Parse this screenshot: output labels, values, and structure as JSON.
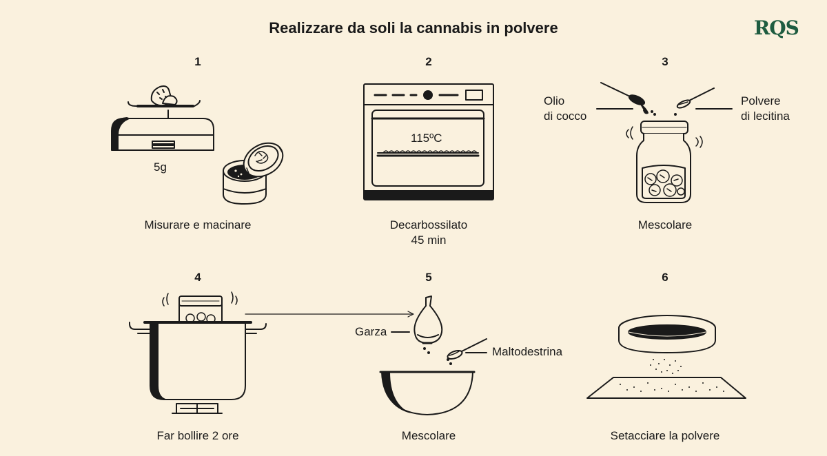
{
  "title": "Realizzare da soli la cannabis in polvere",
  "logo": "RQS",
  "colors": {
    "background": "#faf1de",
    "ink": "#1a1a1a",
    "brand": "#1e5c40"
  },
  "steps": [
    {
      "number": "1",
      "caption": "Misurare e macinare",
      "weight_label": "5g"
    },
    {
      "number": "2",
      "caption_line1": "Decarbossilato",
      "caption_line2": "45 min",
      "temperature_label": "115ºC"
    },
    {
      "number": "3",
      "caption": "Mescolare",
      "left_label_line1": "Olio",
      "left_label_line2": "di cocco",
      "right_label_line1": "Polvere",
      "right_label_line2": "di lecitina"
    },
    {
      "number": "4",
      "caption": "Far bollire 2 ore"
    },
    {
      "number": "5",
      "caption": "Mescolare",
      "cloth_label": "Garza",
      "spoon_label": "Maltodestrina"
    },
    {
      "number": "6",
      "caption": "Setacciare la polvere"
    }
  ]
}
